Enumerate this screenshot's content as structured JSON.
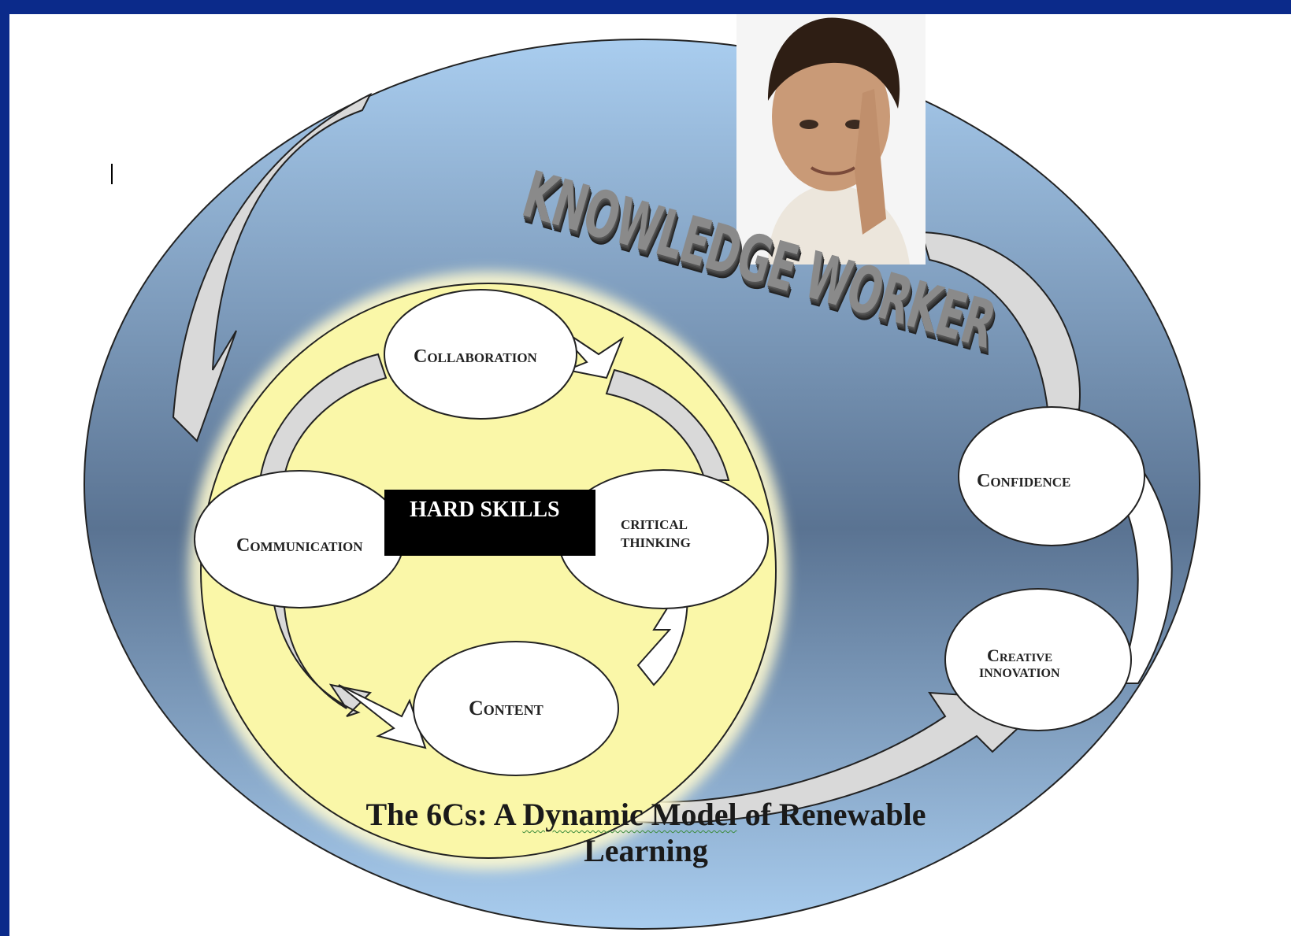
{
  "diagram": {
    "title_part1": "The 6Cs: A ",
    "title_squiggle": "Dynamic  Model",
    "title_part2": " of Renewable",
    "title_line2": "Learning",
    "banner": "KNOWLEDGE WORKER",
    "center_label": "HARD SKILLS",
    "nodes": {
      "collaboration": "Collaboration",
      "communication": "Communication",
      "critical_line1": "CRITICAL",
      "critical_line2": "THINKING",
      "content": "Content",
      "confidence": "Confidence",
      "creative_line1": "Creative",
      "creative_line2": "INNOVATION"
    }
  },
  "colors": {
    "frame": "#0b2a8a",
    "outer_ellipse_light": "#a9cdef",
    "outer_ellipse_dark": "#5a7392",
    "inner_circle": "#faf7a8",
    "node_fill": "#ffffff",
    "arrow_fill": "#d9d9d9"
  }
}
